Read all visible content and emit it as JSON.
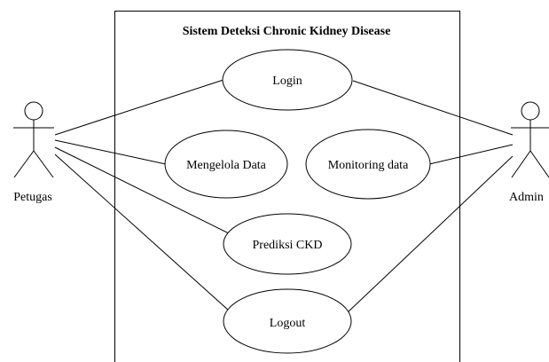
{
  "system": {
    "title": "Sistem Deteksi Chronic Kidney Disease"
  },
  "actors": {
    "petugas": "Petugas",
    "admin": "Admin"
  },
  "use_cases": {
    "login": "Login",
    "mengelola_data": "Mengelola Data",
    "monitoring_data": "Monitoring data",
    "prediksi_ckd": "Prediksi CKD",
    "logout": "Logout"
  }
}
